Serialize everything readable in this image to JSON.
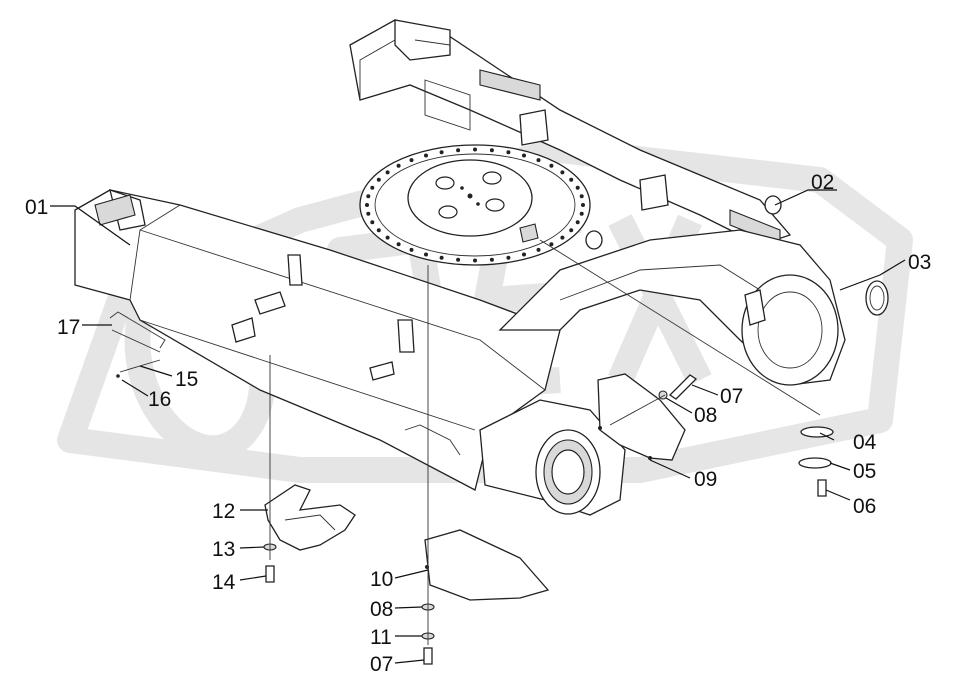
{
  "callouts": [
    {
      "id": "c01",
      "label": "01"
    },
    {
      "id": "c02",
      "label": "02"
    },
    {
      "id": "c03",
      "label": "03"
    },
    {
      "id": "c04",
      "label": "04"
    },
    {
      "id": "c05",
      "label": "05"
    },
    {
      "id": "c06",
      "label": "06"
    },
    {
      "id": "c07a",
      "label": "07"
    },
    {
      "id": "c08a",
      "label": "08"
    },
    {
      "id": "c09",
      "label": "09"
    },
    {
      "id": "c10",
      "label": "10"
    },
    {
      "id": "c08b",
      "label": "08"
    },
    {
      "id": "c11",
      "label": "11"
    },
    {
      "id": "c07b",
      "label": "07"
    },
    {
      "id": "c12",
      "label": "12"
    },
    {
      "id": "c13",
      "label": "13"
    },
    {
      "id": "c14",
      "label": "14"
    },
    {
      "id": "c15",
      "label": "15"
    },
    {
      "id": "c16",
      "label": "16"
    },
    {
      "id": "c17",
      "label": "17"
    }
  ]
}
